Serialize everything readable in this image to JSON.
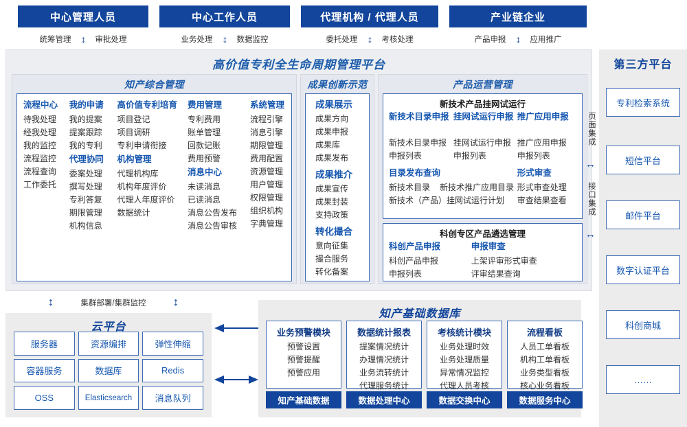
{
  "roles": [
    {
      "title": "中心管理人员",
      "ops": [
        "统筹管理",
        "审批处理"
      ]
    },
    {
      "title": "中心工作人员",
      "ops": [
        "业务处理",
        "数据监控"
      ]
    },
    {
      "title": "代理机构 / 代理人员",
      "ops": [
        "委托处理",
        "考核处理"
      ]
    },
    {
      "title": "产业链企业",
      "ops": [
        "产品申报",
        "应用推广"
      ]
    }
  ],
  "platform": {
    "title": "高价值专利全生命周期管理平台",
    "groups": {
      "ip_mgmt": {
        "title": "知产综合管理",
        "columns": [
          {
            "sections": [
              {
                "head": "流程中心",
                "items": [
                  "待我处理",
                  "经我处理",
                  "我的监控",
                  "流程监控",
                  "流程查询",
                  "工作委托"
                ]
              }
            ]
          },
          {
            "sections": [
              {
                "head": "我的申请",
                "items": [
                  "我的提案",
                  "提案跟踪",
                  "我的专利"
                ]
              },
              {
                "head": "代理协同",
                "items": [
                  "委案处理",
                  "撰写处理",
                  "专利答复",
                  "期限管理",
                  "机构信息"
                ]
              }
            ]
          },
          {
            "sections": [
              {
                "head": "高价值专利培育",
                "items": [
                  "项目登记",
                  "项目调研",
                  "专利申请衔接"
                ]
              },
              {
                "head": "机构管理",
                "items": [
                  "代理机构库",
                  "机构年度评价",
                  "代理人年度评价",
                  "数据统计"
                ]
              }
            ]
          },
          {
            "sections": [
              {
                "head": "费用管理",
                "items": [
                  "专利费用",
                  "账单管理",
                  "回款记账",
                  "费用预警"
                ]
              },
              {
                "head": "消息中心",
                "items": [
                  "未读消息",
                  "已读消息",
                  "消息公告发布",
                  "消息公告审核"
                ]
              }
            ]
          },
          {
            "sections": [
              {
                "head": "系统管理",
                "items": [
                  "流程引擎",
                  "消息引擎",
                  "期限管理",
                  "费用配置",
                  "资源管理",
                  "用户管理",
                  "权限管理",
                  "组织机构",
                  "字典管理"
                ]
              }
            ]
          }
        ]
      },
      "achievement": {
        "title": "成果创新示范",
        "sections": [
          {
            "head": "成果展示",
            "items": [
              "成果方向",
              "成果申报",
              "成果库",
              "成果发布"
            ]
          },
          {
            "head": "成果推介",
            "items": [
              "成果宣传",
              "成果封装",
              "支持政策"
            ]
          },
          {
            "head": "转化撮合",
            "items": [
              "意向征集",
              "撮合服务",
              "转化备案"
            ]
          }
        ]
      },
      "product_ops": {
        "title": "产品运营管理",
        "boxes": [
          {
            "title": "新技术产品挂网试运行",
            "row1": [
              {
                "head": "新技术目录申报",
                "items": [
                  "新技术目录申报",
                  "申报列表"
                ]
              },
              {
                "head": "挂网试运行申报",
                "items": [
                  "挂网试运行申报",
                  "申报列表"
                ]
              },
              {
                "head": "推广应用申报",
                "items": [
                  "推广应用申报",
                  "申报列表"
                ]
              }
            ],
            "row2_left": {
              "head": "目录发布查询",
              "line1": [
                "新技术目录",
                "新技术推广应用目录"
              ],
              "line2": [
                "新技术（产品）挂网试运行计划"
              ]
            },
            "row2_right": {
              "head": "形式审查",
              "items": [
                "形式审查处理",
                "审查结果查看"
              ]
            }
          },
          {
            "title": "科创专区产品遴选管理",
            "row1": [
              {
                "head": "科创产品申报",
                "items": [
                  "科创产品申报",
                  "申报列表"
                ]
              },
              {
                "head": "申报审查",
                "items": [
                  "上架评审形式审查",
                  "评审结果查询"
                ]
              }
            ]
          }
        ]
      }
    }
  },
  "integration": {
    "page_integration": "页面集成",
    "api_integration": "接口集成"
  },
  "third_party": {
    "title": "第三方平台",
    "items": [
      "专利检索系统",
      "短信平台",
      "邮件平台",
      "数字认证平台",
      "科创商城",
      "……"
    ]
  },
  "cloud": {
    "cluster_label": "集群部署/集群监控",
    "title": "云平台",
    "cells": [
      "服务器",
      "资源编排",
      "弹性伸缩",
      "容器服务",
      "数据库",
      "Redis",
      "OSS",
      "Elasticsearch",
      "消息队列"
    ]
  },
  "database": {
    "title": "知产基础数据库",
    "columns": [
      {
        "head": "业务预警模块",
        "items": [
          "预警设置",
          "预警提醒",
          "预警应用"
        ],
        "foot": "知产基础数据"
      },
      {
        "head": "数据统计报表",
        "items": [
          "提案情况统计",
          "办理情况统计",
          "业务流转统计",
          "代理服务统计"
        ],
        "foot": "数据处理中心"
      },
      {
        "head": "考核统计模块",
        "items": [
          "业务处理时效",
          "业务处理质量",
          "异常情况监控",
          "代理人员考核"
        ],
        "foot": "数据交换中心"
      },
      {
        "head": "流程看板",
        "items": [
          "人员工单看板",
          "机构工单看板",
          "业务类型看板",
          "核心业务看板"
        ],
        "foot": "数据服务中心"
      }
    ]
  },
  "colors": {
    "brand_blue": "#12459b",
    "title_blue": "#1c5cab",
    "head_blue": "#1657b0",
    "border_blue": "#3f6cb5",
    "panel_bg": "#eceef1",
    "group_bg": "#e6e8ef",
    "gray_bg": "#ececec"
  }
}
